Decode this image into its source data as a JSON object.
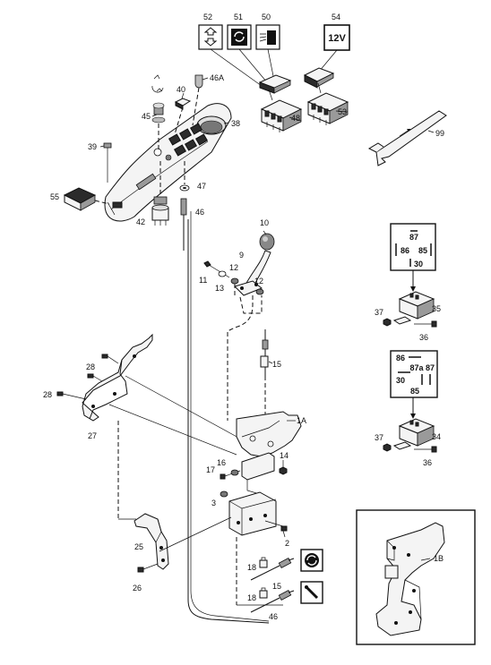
{
  "callouts": {
    "c52": "52",
    "c51": "51",
    "c50": "50",
    "c54": "54",
    "c46A": "46A",
    "c40": "40",
    "c45": "45",
    "c38": "38",
    "c39": "39",
    "c48": "48",
    "c53": "53",
    "c99": "99",
    "c55": "55",
    "c47": "47",
    "c42": "42",
    "c46a": "46",
    "c10": "10",
    "c9": "9",
    "c11": "11",
    "c12a": "12",
    "c12b": "12",
    "c13": "13",
    "c35": "35",
    "c37a": "37",
    "c36a": "36",
    "c15a": "15",
    "c28a": "28",
    "c28b": "28",
    "c27": "27",
    "c1A": "1A",
    "c14": "14",
    "c17": "17",
    "c16": "16",
    "c3": "3",
    "c2": "2",
    "c25": "25",
    "c26": "26",
    "c18a": "18",
    "c18b": "18",
    "c15b": "15",
    "c46b": "46",
    "c34": "34",
    "c37b": "37",
    "c36b": "36",
    "c1B": "1B"
  },
  "switch_labels": {
    "volt": "12V"
  },
  "relay_87": {
    "t87": "87",
    "t86": "86",
    "t85": "85",
    "t30": "30"
  },
  "relay_87a": {
    "t86": "86",
    "t87a": "87a",
    "t87": "87",
    "t30": "30",
    "t85": "85"
  },
  "icons": {
    "arrows_up_down": "up-down-arrows-icon",
    "rotate": "rotate-arrows-icon",
    "spray": "spray-icon",
    "reel": "reel-rotate-icon",
    "lever": "lever-icon"
  }
}
